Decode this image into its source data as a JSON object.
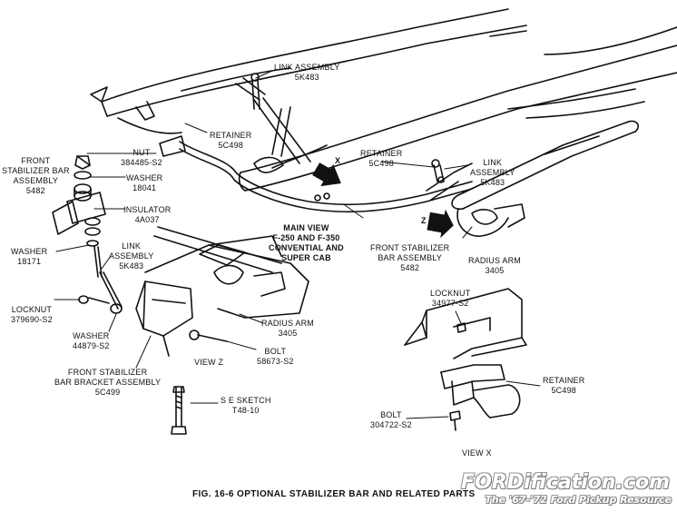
{
  "labels": {
    "link_assembly_top": [
      "LINK ASSEMBLY",
      "5K483"
    ],
    "retainer_top": [
      "RETAINER",
      "5C498"
    ],
    "nut": [
      "NUT",
      "384485-S2"
    ],
    "front_stabilizer_bar_assembly_left": [
      "FRONT",
      "STABILIZER BAR",
      "ASSEMBLY",
      "5482"
    ],
    "washer_18041": [
      "WASHER",
      "18041"
    ],
    "insulator": [
      "INSULATOR",
      "4A037"
    ],
    "washer_18171": [
      "WASHER",
      "18171"
    ],
    "link_assembly_left": [
      "LINK",
      "ASSEMBLY",
      "5K483"
    ],
    "locknut_left": [
      "LOCKNUT",
      "379690-S2"
    ],
    "washer_44879": [
      "WASHER",
      "44879-S2"
    ],
    "bracket_assembly": [
      "FRONT STABILIZER",
      "BAR BRACKET ASSEMBLY",
      "5C499"
    ],
    "view_z": "VIEW  Z",
    "radius_arm_left": [
      "RADIUS ARM",
      "3405"
    ],
    "bolt_58673": [
      "BOLT",
      "58673-S2"
    ],
    "se_sketch": [
      "S E SKETCH",
      "T48-10"
    ],
    "main_view": [
      "MAIN VIEW",
      "F-250 AND F-350",
      "CONVENTIAL AND",
      "SUPER CAB"
    ],
    "retainer_mid": [
      "RETAINER",
      "5C498"
    ],
    "link_assembly_right": [
      "LINK",
      "ASSEMBLY",
      "5K483"
    ],
    "front_stabilizer_bar_assembly_mid": [
      "FRONT STABILIZER",
      "BAR ASSEMBLY",
      "5482"
    ],
    "radius_arm_right": [
      "RADIUS ARM",
      "3405"
    ],
    "locknut_right": [
      "LOCKNUT",
      "34977-S2"
    ],
    "retainer_right": [
      "RETAINER",
      "5C498"
    ],
    "bolt_304722": [
      "BOLT",
      "304722-S2"
    ],
    "view_x": "VIEW  X",
    "arrow_x": "X",
    "arrow_z": "Z"
  },
  "caption": "FIG. 16-6   OPTIONAL STABILIZER BAR AND RELATED PARTS",
  "watermark": {
    "line1": "FORDification.com",
    "line2": "The '67-'72 Ford Pickup Resource"
  }
}
